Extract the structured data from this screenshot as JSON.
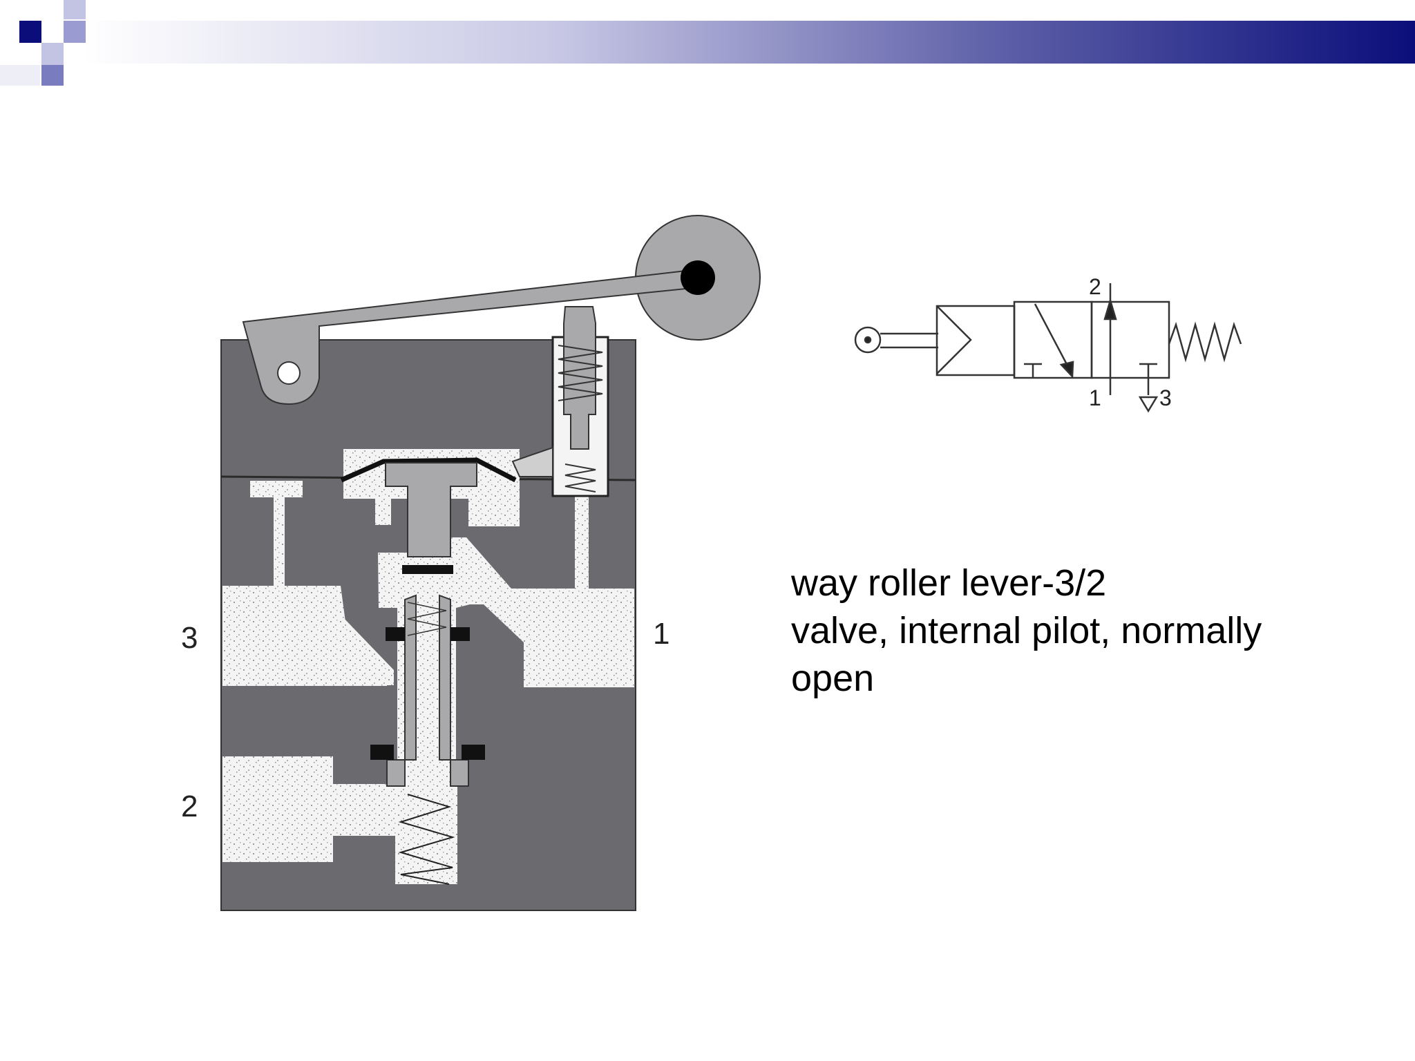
{
  "slide": {
    "caption_lines": [
      "way roller lever-3/2",
      "valve, internal pilot, normally",
      "open"
    ]
  },
  "sectional_view": {
    "port_labels": {
      "left_upper": "3",
      "right": "1",
      "left_lower": "2"
    }
  },
  "symbol": {
    "port_labels": {
      "top": "2",
      "bottom_left": "1",
      "bottom_right": "3"
    }
  },
  "colors": {
    "header_gradient_start": "#ffffff",
    "header_gradient_end": "#0b0e7a",
    "header_square_dark": "#0b0e7a",
    "header_square_mid": "#7a7cc0",
    "header_square_light": "#c3c4e4",
    "body_dark": "#6b6a6e",
    "part_grey": "#a9a9ab",
    "chamber_fill": "#f2f2f2",
    "seal_black": "#111111"
  }
}
